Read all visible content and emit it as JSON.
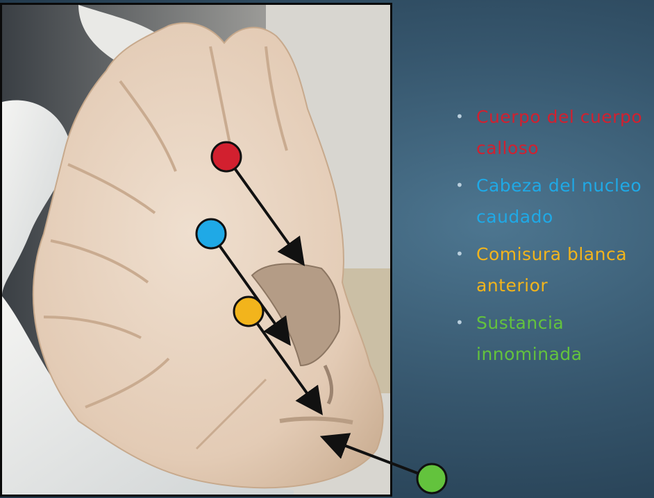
{
  "legend": {
    "items": [
      {
        "text": "Cuerpo del cuerpo calloso",
        "color": "#d2202f"
      },
      {
        "text": "Cabeza del nucleo caudado",
        "color": "#1fa9e6"
      },
      {
        "text": "Comisura blanca anterior",
        "color": "#f2b41c"
      },
      {
        "text": "Sustancia innominada",
        "color": "#63c33d"
      }
    ]
  },
  "markers": [
    {
      "name": "marker-red",
      "color": "#d2202f"
    },
    {
      "name": "marker-blue",
      "color": "#1fa9e6"
    },
    {
      "name": "marker-yellow",
      "color": "#f2b41c"
    },
    {
      "name": "marker-green",
      "color": "#63c33d"
    }
  ],
  "photo": {
    "subject": "coronal-brain-section"
  }
}
